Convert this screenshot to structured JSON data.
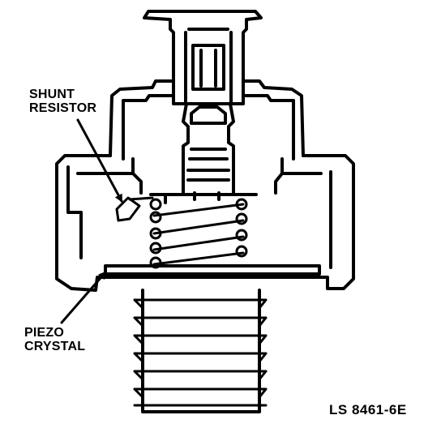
{
  "labels": {
    "shunt_resistor": [
      "SHUNT",
      "RESISTOR"
    ],
    "piezo_crystal": [
      "PIEZO",
      "CRYSTAL"
    ],
    "figure_id": "LS 8461-6E"
  },
  "colors": {
    "ink": "#000000",
    "paper": "#ffffff"
  }
}
